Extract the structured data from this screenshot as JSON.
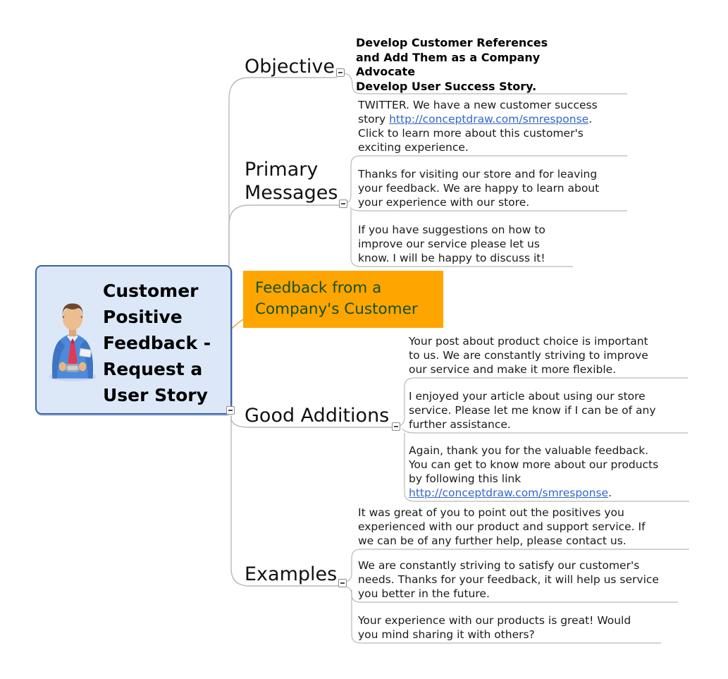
{
  "colors": {
    "connector_gray": "#b9b9b9",
    "connector_orange": "#e9a73f",
    "central_fill": "#dce8f8",
    "central_border": "#3a61a8",
    "highlight_fill": "#ffa500",
    "highlight_text": "#14501a",
    "link_blue": "#3366cc",
    "text_black": "#1a1a1a"
  },
  "central": {
    "title": "Customer\nPositive\nFeedback -\nRequest a\nUser Story",
    "icon": "businessman"
  },
  "branches": [
    {
      "id": "objective",
      "label": "Objective",
      "subtopics": [
        {
          "text": "Develop Customer References\nand Add Them as a Company\nAdvocate\nDevelop User Success Story."
        }
      ]
    },
    {
      "id": "primary-messages",
      "label": "Primary\nMessages",
      "subtopics": [
        {
          "text_before": "TWITTER. We have a new customer success\nstory ",
          "link": "http://conceptdraw.com/smresponse",
          "text_after": ".\nClick to learn more about this customer's\nexciting experience."
        },
        {
          "text": "Thanks for visiting our store and for leaving\nyour feedback. We are happy to learn about\nyour experience with our store."
        },
        {
          "text": "If you have suggestions on how to\nimprove our service please let us\nknow. I will be happy to discuss it!"
        }
      ]
    },
    {
      "id": "feedback-highlight",
      "label": "Feedback from a\nCompany's Customer"
    },
    {
      "id": "good-additions",
      "label": "Good Additions",
      "subtopics": [
        {
          "text": "Your post about product choice is important\nto us. We are constantly striving to improve\nour service and make it more flexible."
        },
        {
          "text": "I enjoyed your article about using our store\nservice. Please let me know if I can be of any\nfurther assistance."
        },
        {
          "text_before": "Again, thank you for the valuable feedback.\nYou can get to know more about our products\nby following this link\n",
          "link": "http://conceptdraw.com/smresponse",
          "text_after": "."
        }
      ]
    },
    {
      "id": "examples",
      "label": "Examples",
      "subtopics": [
        {
          "text": "It was great of you to point out the positives you\nexperienced with our product and support service. If\nwe can be of any further help, please contact us."
        },
        {
          "text": "We are constantly striving to satisfy our customer's\nneeds. Thanks for your feedback, it will help us service\nyou better in the future."
        },
        {
          "text": "Your experience with our products is great! Would\nyou mind sharing it with others?"
        }
      ]
    }
  ]
}
